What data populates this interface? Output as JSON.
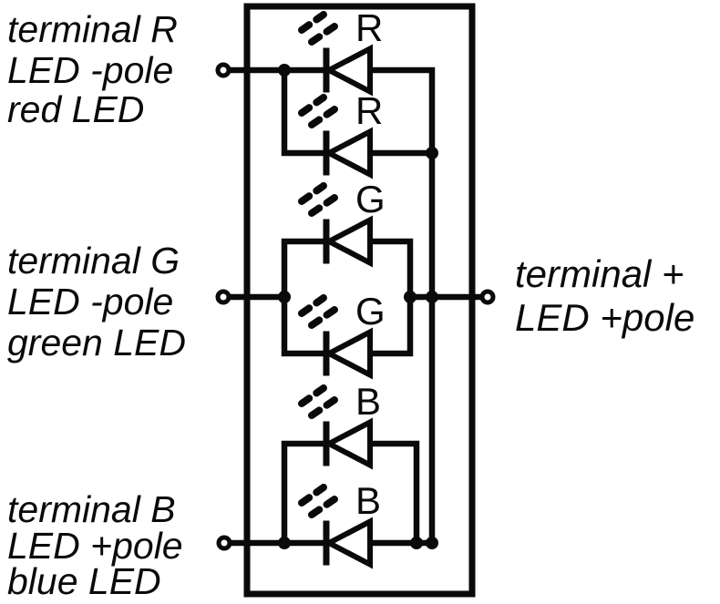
{
  "diagram": {
    "type": "circuit-schematic",
    "subject": "RGB LED module internal wiring",
    "colors": {
      "ink": "#0a0a0a",
      "background": "#ffffff"
    }
  },
  "terminals": {
    "r": {
      "label_lines": [
        "terminal R",
        "LED -pole",
        "red LED"
      ]
    },
    "g": {
      "label_lines": [
        "terminal G",
        "LED -pole",
        "green LED"
      ]
    },
    "b": {
      "label_lines": [
        "terminal B",
        "LED +pole",
        "blue LED"
      ]
    },
    "plus": {
      "label_lines": [
        "terminal +",
        "LED +pole"
      ]
    }
  },
  "leds": [
    {
      "id": "r1",
      "label": "R",
      "color": "red"
    },
    {
      "id": "r2",
      "label": "R",
      "color": "red"
    },
    {
      "id": "g1",
      "label": "G",
      "color": "green"
    },
    {
      "id": "g2",
      "label": "G",
      "color": "green"
    },
    {
      "id": "b1",
      "label": "B",
      "color": "blue"
    },
    {
      "id": "b2",
      "label": "B",
      "color": "blue"
    }
  ]
}
